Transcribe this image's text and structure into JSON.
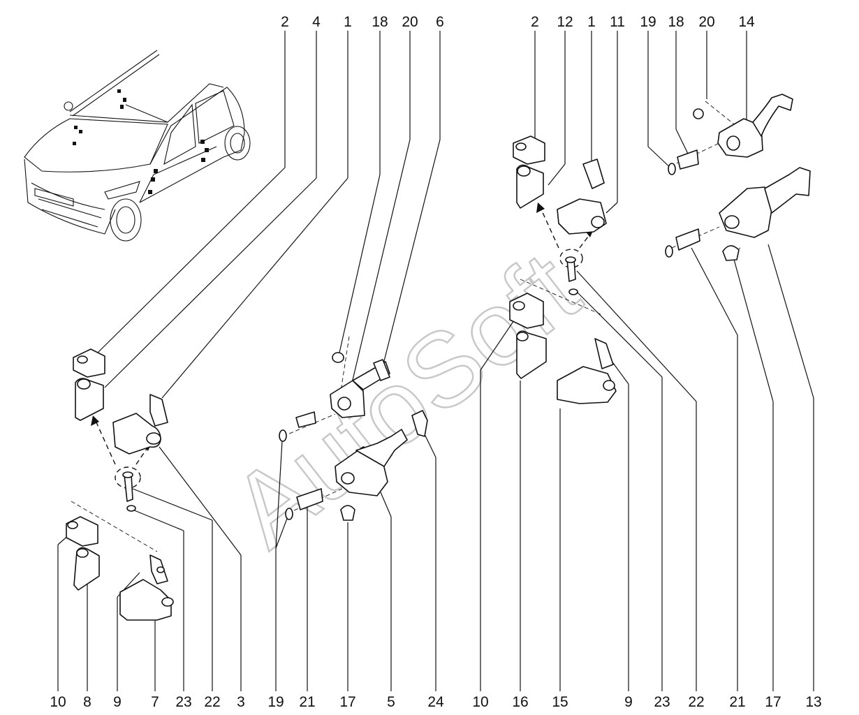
{
  "watermark": "AutoSoft",
  "top_labels": [
    {
      "id": "t2a",
      "text": "2"
    },
    {
      "id": "t4",
      "text": "4"
    },
    {
      "id": "t1a",
      "text": "1"
    },
    {
      "id": "t18a",
      "text": "18"
    },
    {
      "id": "t20a",
      "text": "20"
    },
    {
      "id": "t6",
      "text": "6"
    },
    {
      "id": "t2b",
      "text": "2"
    },
    {
      "id": "t12",
      "text": "12"
    },
    {
      "id": "t1b",
      "text": "1"
    },
    {
      "id": "t11",
      "text": "11"
    },
    {
      "id": "t19a",
      "text": "19"
    },
    {
      "id": "t18b",
      "text": "18"
    },
    {
      "id": "t20b",
      "text": "20"
    },
    {
      "id": "t14",
      "text": "14"
    }
  ],
  "bottom_labels": [
    {
      "id": "b10a",
      "text": "10"
    },
    {
      "id": "b8",
      "text": "8"
    },
    {
      "id": "b9a",
      "text": "9"
    },
    {
      "id": "b7",
      "text": "7"
    },
    {
      "id": "b23a",
      "text": "23"
    },
    {
      "id": "b22a",
      "text": "22"
    },
    {
      "id": "b3",
      "text": "3"
    },
    {
      "id": "b19",
      "text": "19"
    },
    {
      "id": "b21a",
      "text": "21"
    },
    {
      "id": "b17a",
      "text": "17"
    },
    {
      "id": "b5",
      "text": "5"
    },
    {
      "id": "b24",
      "text": "24"
    },
    {
      "id": "b10b",
      "text": "10"
    },
    {
      "id": "b16",
      "text": "16"
    },
    {
      "id": "b15",
      "text": "15"
    },
    {
      "id": "b9b",
      "text": "9"
    },
    {
      "id": "b23b",
      "text": "23"
    },
    {
      "id": "b22b",
      "text": "22"
    },
    {
      "id": "b21b",
      "text": "21"
    },
    {
      "id": "b17b",
      "text": "17"
    },
    {
      "id": "b13",
      "text": "13"
    }
  ]
}
